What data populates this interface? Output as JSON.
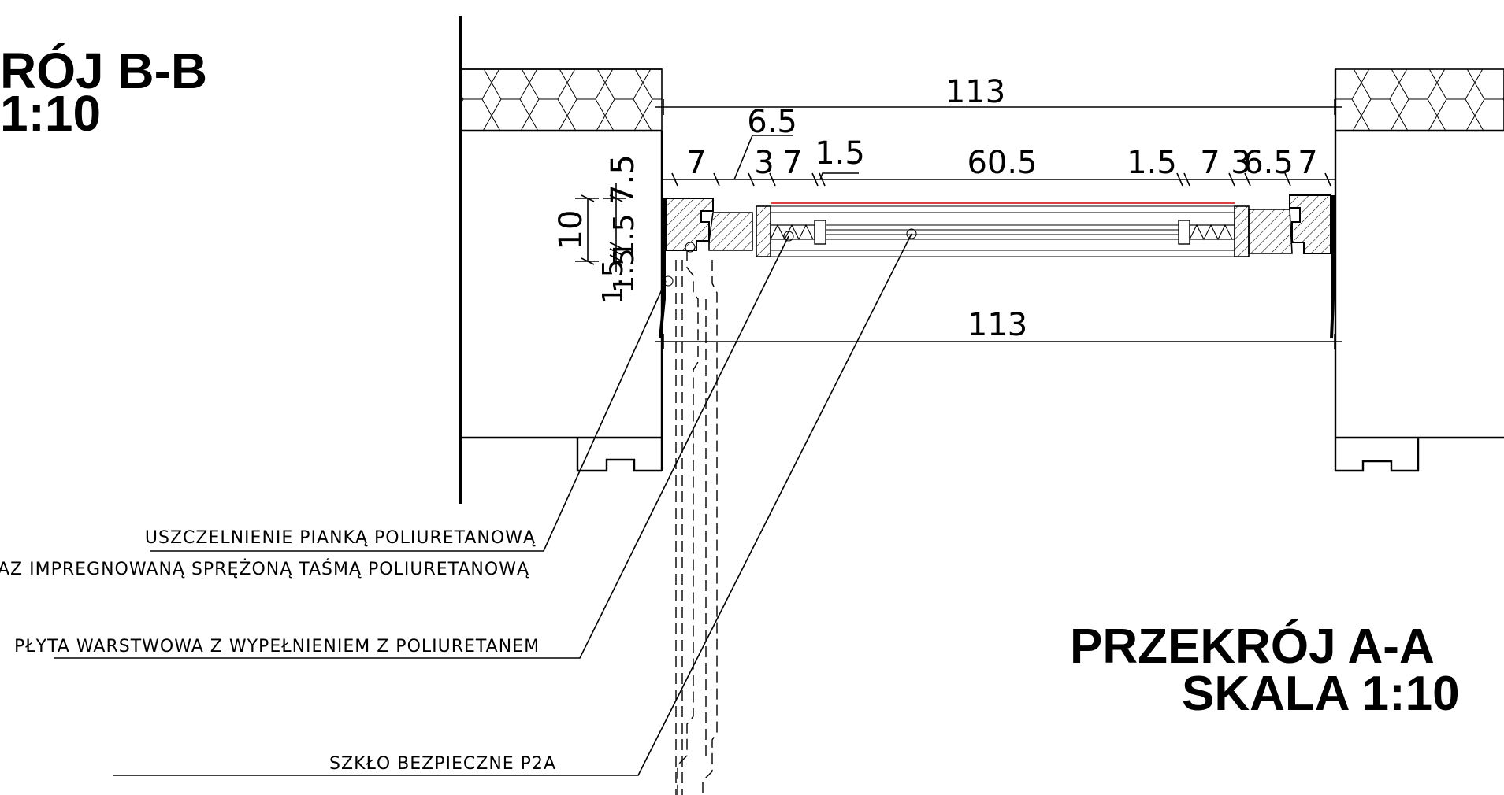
{
  "titles": {
    "section_bb_line1": "RÓJ B-B",
    "section_bb_line2": "1:10",
    "section_aa_line1": "PRZEKRÓJ A-A",
    "section_aa_line2": "SKALA 1:10"
  },
  "dimensions": {
    "top_overall": "113",
    "bottom_overall": "113",
    "d_7_left": "7",
    "d_6_5": "6.5",
    "d_3": "3",
    "d_7_b": "7",
    "d_1_5_left": "1.5",
    "d_60_5": "60.5",
    "d_1_5_right": "1.5",
    "d_7_c": "7",
    "d_3_right": "3",
    "d_6_5_right": "6.5",
    "d_7_right": "7",
    "v_7_5": "7.5",
    "v_10": "10",
    "v_1_5_a": "1.5",
    "v_1_5_b": "1.5",
    "v_1_5_c": "1.5"
  },
  "notes": {
    "seal_line1": "USZCZELNIENIE PIANKĄ POLIURETANOWĄ",
    "seal_line2": "ORAZ IMPREGNOWANĄ SPRĘŻONĄ TAŚMĄ POLIURETANOWĄ",
    "panel": "PŁYTA WARSTWOWA Z WYPEŁNIENIEM Z POLIURETANEM",
    "glass": "SZKŁO BEZPIECZNE P2A"
  }
}
